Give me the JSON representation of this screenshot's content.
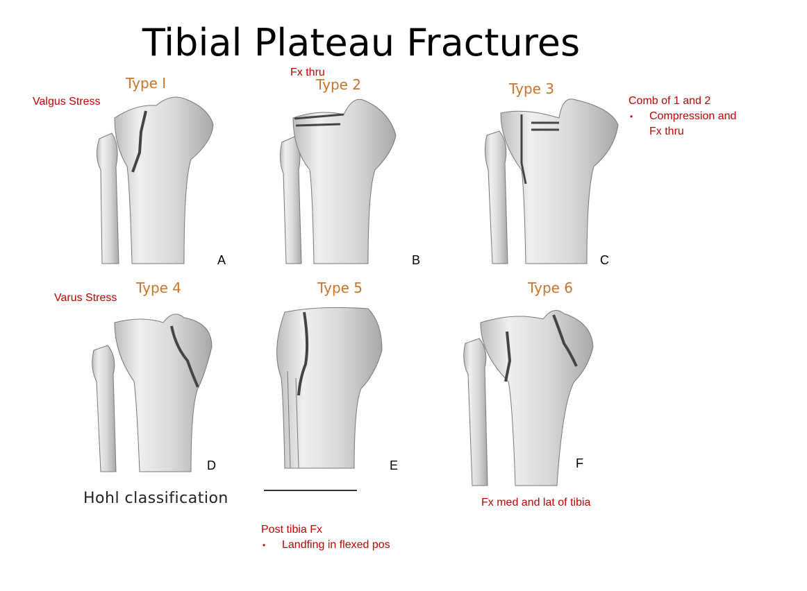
{
  "title": "Tibial Plateau Fractures",
  "types": [
    "Type I",
    "Type 2",
    "Type 3",
    "Type 4",
    "Type 5",
    "Type 6"
  ],
  "letters": [
    "A",
    "B",
    "C",
    "D",
    "E",
    "F"
  ],
  "notes": {
    "valgus": "Valgus Stress",
    "fx_thru": "Fx thru",
    "comb": "Comb of 1 and 2",
    "comb_items": [
      "Compression and Fx thru"
    ],
    "varus": "Varus Stress",
    "fx_med_lat": "Fx med and lat of tibia",
    "post": "Post tibia Fx",
    "post_items": [
      "Landfing in flexed pos"
    ]
  },
  "caption": "Hohl classification",
  "colors": {
    "type_label": "#c8742a",
    "note": "#c00000"
  }
}
